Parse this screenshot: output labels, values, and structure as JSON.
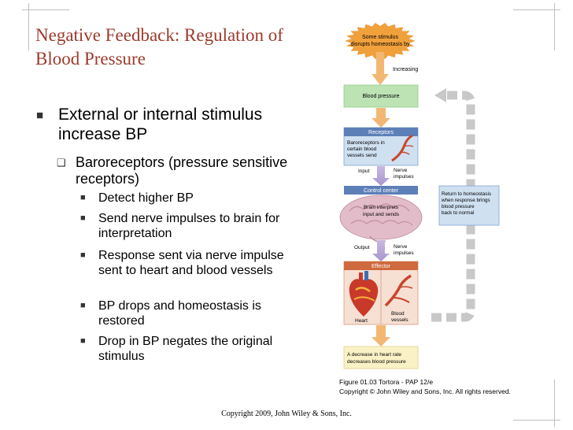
{
  "title": "Negative Feedback: Regulation of Blood Pressure",
  "bullets": {
    "b1": "External or internal stimulus increase BP",
    "b2": "Baroreceptors (pressure sensitive receptors)",
    "b3": "Detect higher BP",
    "b4": "Send nerve impulses to brain for interpretation",
    "b5": "Response sent via nerve impulse sent to heart and blood vessels",
    "b6": "BP drops and homeostasis is restored",
    "b7": "Drop in BP negates the original stimulus"
  },
  "diagram": {
    "stimulus_l1": "Some stimulus",
    "stimulus_l2": "disrupts homeostasis by",
    "increasing": "Increasing",
    "blood_pressure": "Blood pressure",
    "receptors_title": "Receptors",
    "receptors_l1": "Baroreceptors in",
    "receptors_l2": "certain blood",
    "receptors_l3": "vessels send",
    "input": "Input",
    "nerve_impulses_1a": "Nerve",
    "nerve_impulses_1b": "impulses",
    "control_title": "Control center",
    "control_l1": "Brain interprets",
    "control_l2": "input and sends",
    "output": "Output",
    "nerve_impulses_2a": "Nerve",
    "nerve_impulses_2b": "impulses",
    "effector_title": "Effector",
    "heart": "Heart",
    "vessels_l1": "Blood",
    "vessels_l2": "vessels",
    "result_l1": "A decrease in heart rate",
    "result_l2": "decreases blood pressure",
    "return_l1": "Return to homeostasis",
    "return_l2": "when response brings",
    "return_l3": "blood pressure",
    "return_l4": "back to normal"
  },
  "caption_l1": "Figure 01.03  Tortora - PAP 12/e",
  "caption_l2": "Copyright © John Wiley and Sons, Inc. All rights reserved.",
  "footer": "Copyright 2009, John Wiley & Sons, Inc."
}
